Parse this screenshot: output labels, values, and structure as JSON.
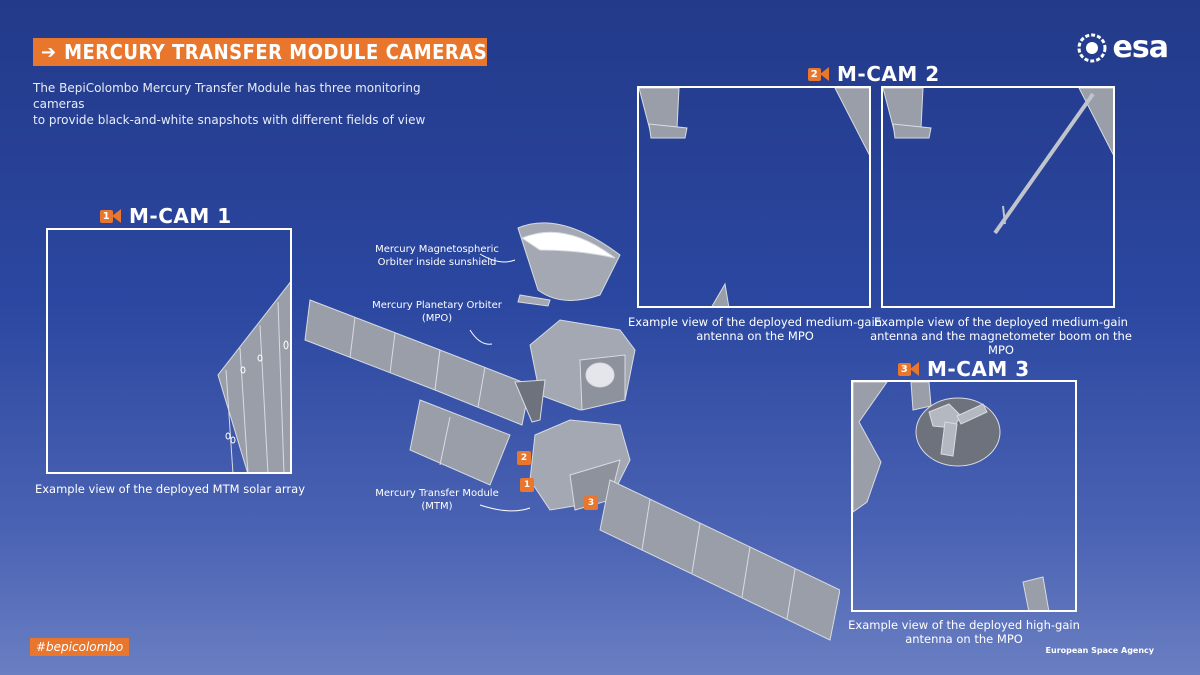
{
  "header": {
    "title": "MERCURY TRANSFER MODULE CAMERAS",
    "arrow_glyph": "➔",
    "subtitle": "The BepiColombo Mercury Transfer Module has three monitoring cameras\nto provide black-and-white snapshots with different fields of view"
  },
  "logo": {
    "text": "esa"
  },
  "colors": {
    "accent": "#e8762d",
    "background_top": "#233a8a",
    "background_bottom": "#6a7fc2",
    "panel_gray": "#9a9ea8"
  },
  "cameras": [
    {
      "number": "1",
      "name": "M-CAM 1",
      "captions": [
        "Example view of the deployed MTM solar array"
      ]
    },
    {
      "number": "2",
      "name": "M-CAM 2",
      "captions": [
        "Example view of the deployed medium-gain\nantenna on the MPO",
        "Example view of the deployed medium-gain\nantenna and the magnetometer boom on the MPO"
      ]
    },
    {
      "number": "3",
      "name": "M-CAM 3",
      "captions": [
        "Example view of the deployed high-gain\nantenna on the MPO"
      ]
    }
  ],
  "spacecraft_labels": {
    "mmo": "Mercury Magnetospheric\nOrbiter inside sunshield",
    "mpo": "Mercury Planetary Orbiter\n(MPO)",
    "mtm": "Mercury Transfer Module\n(MTM)"
  },
  "markers": [
    "2",
    "1",
    "3"
  ],
  "footer": {
    "hashtag": "#bepicolombo",
    "agency": "European Space Agency"
  }
}
